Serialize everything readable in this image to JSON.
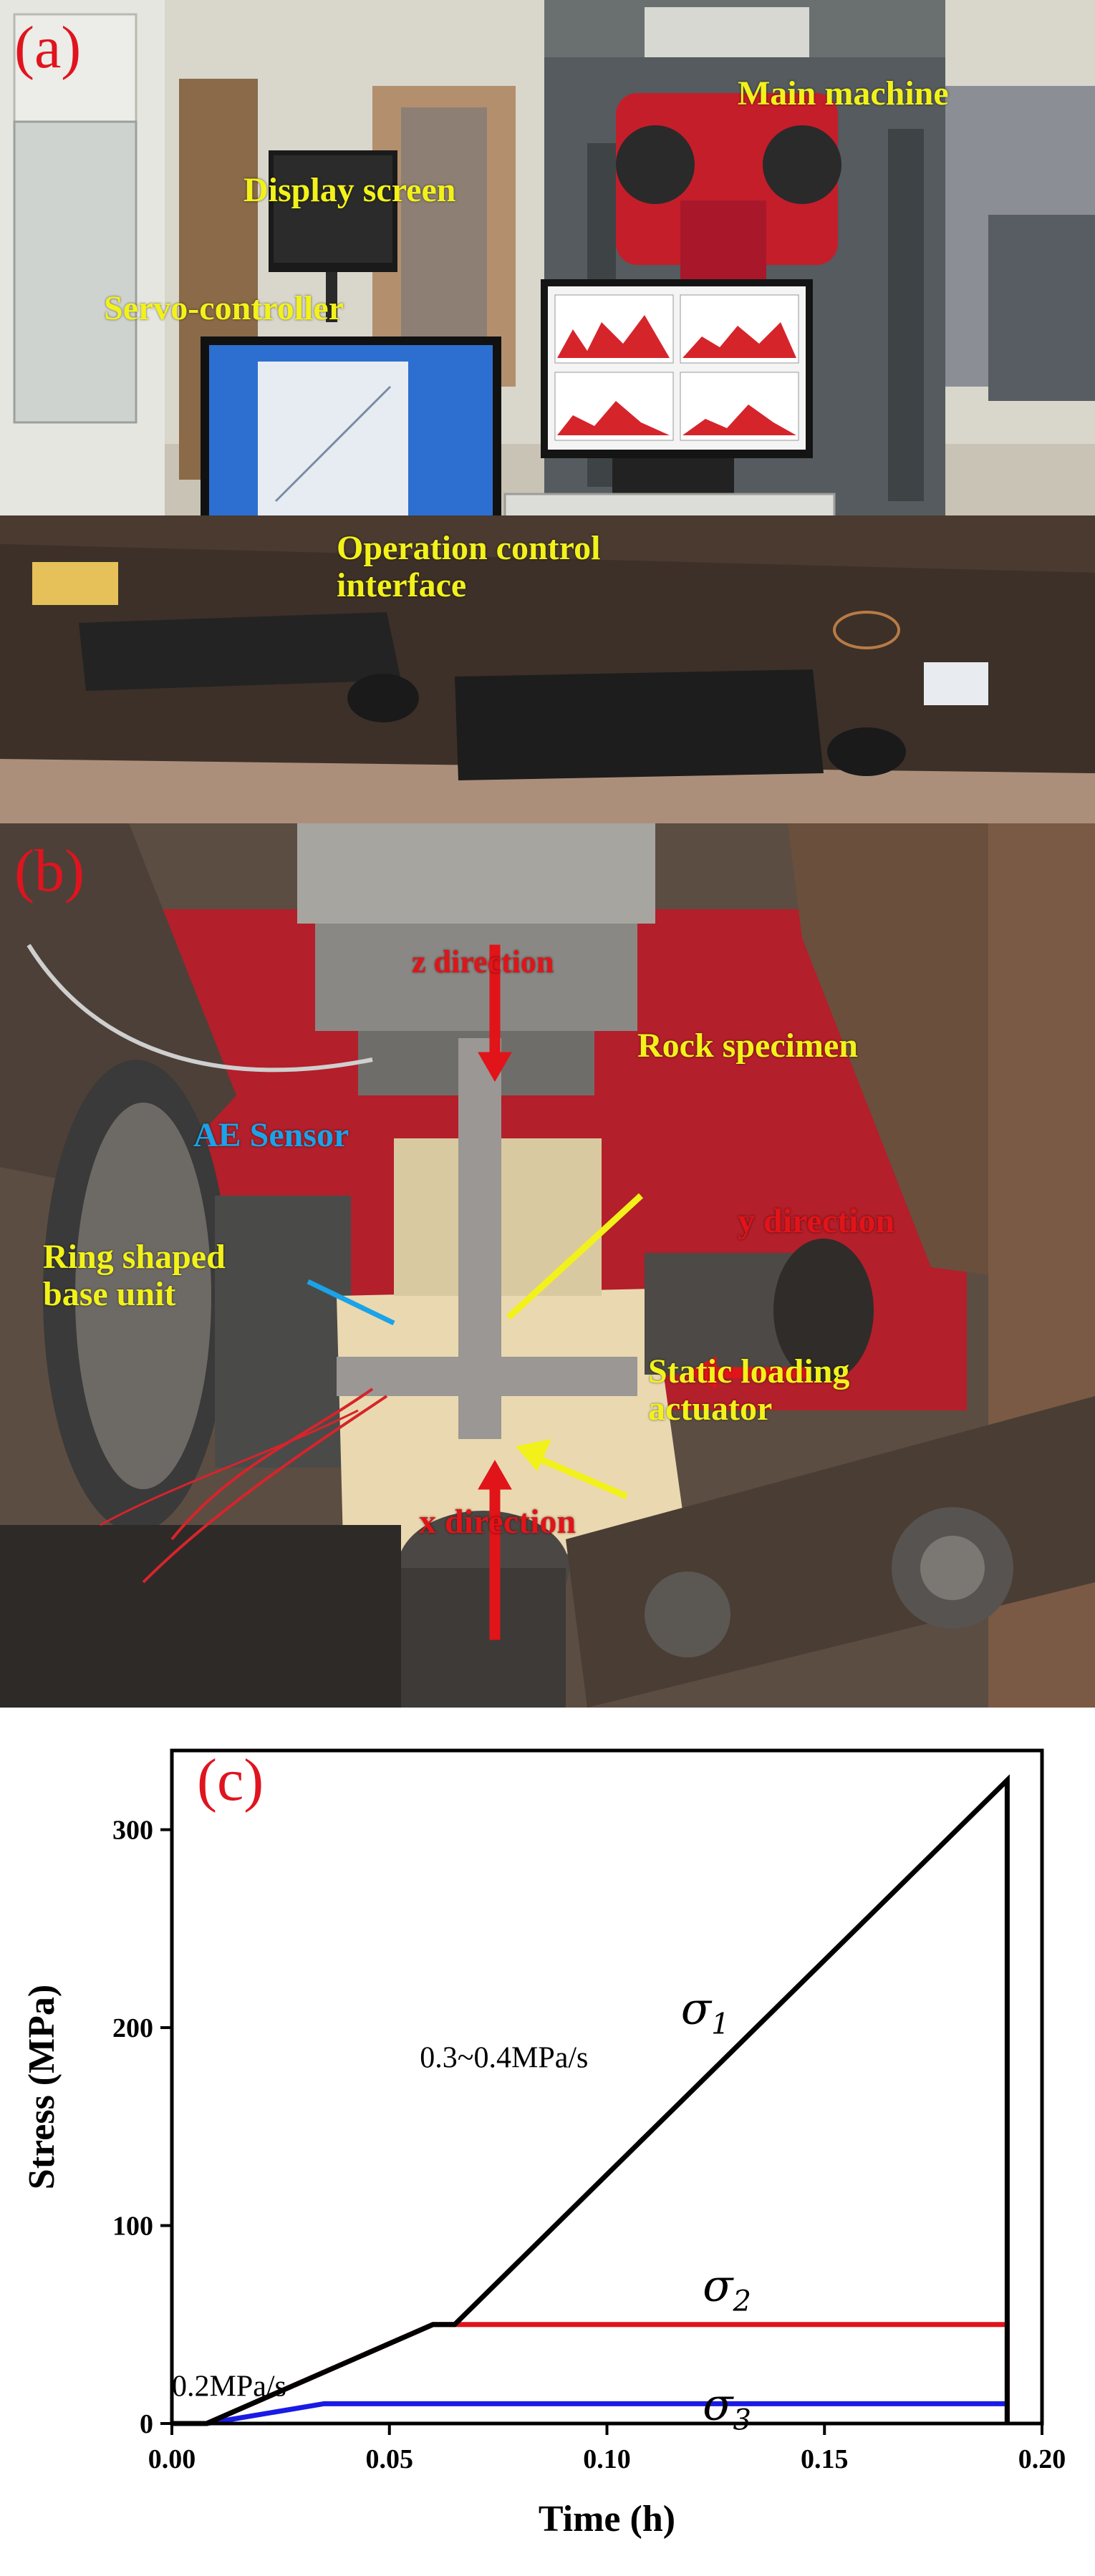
{
  "panels": {
    "a": {
      "letter": "(a)",
      "labels": {
        "main_machine": "Main machine",
        "display_screen": "Display screen",
        "servo_controller": "Servo-controller",
        "operation_control_interface": "Operation control\ninterface"
      }
    },
    "b": {
      "letter": "(b)",
      "labels": {
        "z_direction": "z direction",
        "rock_specimen": "Rock specimen",
        "ae_sensor": "AE Sensor",
        "y_direction": "y direction",
        "ring_base": "Ring shaped\nbase unit",
        "static_actuator": "Static loading\nactuator",
        "x_direction": "x direction"
      }
    },
    "c": {
      "letter": "(c)"
    }
  },
  "colors": {
    "label_yellow": "#f2f21a",
    "label_blue": "#1aa3e8",
    "arrow_red": "#e01419",
    "sigma1": "#000000",
    "sigma2": "#e01419",
    "sigma3": "#1a1ae6"
  },
  "chart_data": {
    "type": "line",
    "xlabel": "Time (h)",
    "ylabel": "Stress (MPa)",
    "xlim": [
      0,
      0.2
    ],
    "ylim": [
      0,
      340
    ],
    "x_ticks": [
      "0.00",
      "0.05",
      "0.10",
      "0.15",
      "0.20"
    ],
    "y_ticks": [
      "0",
      "100",
      "200",
      "300"
    ],
    "series": [
      {
        "name": "σ1",
        "color": "#000000",
        "x": [
          0,
          0.008,
          0.06,
          0.065,
          0.192,
          0.192
        ],
        "y": [
          0,
          0,
          50,
          50,
          325,
          0
        ]
      },
      {
        "name": "σ2",
        "color": "#e01419",
        "x": [
          0,
          0.008,
          0.06,
          0.192,
          0.192
        ],
        "y": [
          0,
          0,
          50,
          50,
          0
        ]
      },
      {
        "name": "σ3",
        "color": "#1a1ae6",
        "x": [
          0,
          0.008,
          0.035,
          0.192,
          0.192
        ],
        "y": [
          0,
          0,
          10,
          10,
          0
        ]
      }
    ],
    "annotations": {
      "rate_high": "0.3~0.4MPa/s",
      "rate_low": "0.2MPa/s",
      "sigma1_symbol": "σ",
      "sigma1_sub": "1",
      "sigma2_symbol": "σ",
      "sigma2_sub": "2",
      "sigma3_symbol": "σ",
      "sigma3_sub": "3"
    }
  }
}
